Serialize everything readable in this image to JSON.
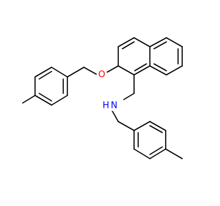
{
  "structure": {
    "atoms": {
      "oxygen": {
        "symbol": "O",
        "color": "#ff0000"
      },
      "nitrogen": {
        "symbol": "N",
        "h_symbol": "H",
        "color": "#0000ff"
      }
    },
    "bond_color": "#000000",
    "background": "#ffffff"
  }
}
